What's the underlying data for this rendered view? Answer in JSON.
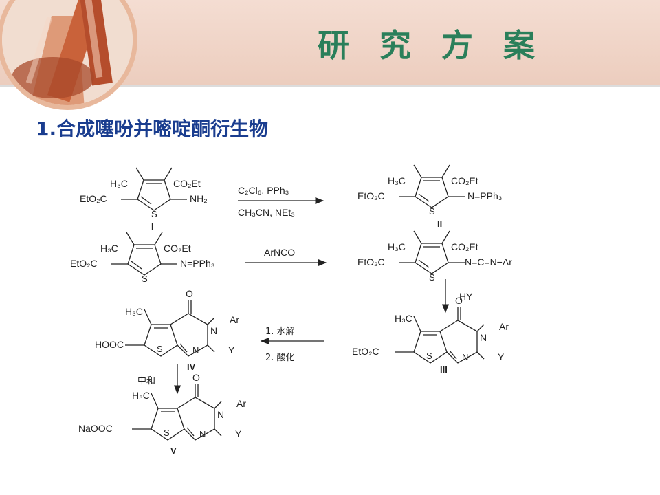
{
  "header": {
    "title": "研 究 方 案"
  },
  "section": {
    "heading": "1.合成噻吩并嘧啶酮衍生物"
  },
  "scheme": {
    "compounds": {
      "I": {
        "numeral": "I",
        "h3c": "H₃C",
        "co2et": "CO₂Et",
        "eto2c": "EtO₂C",
        "s": "S",
        "substituent": "NH₂"
      },
      "II": {
        "numeral": "II",
        "h3c": "H₃C",
        "co2et": "CO₂Et",
        "eto2c": "EtO₂C",
        "s": "S",
        "substituent": "N=PPh₃"
      },
      "II_repeat": {
        "h3c": "H₃C",
        "co2et": "CO₂Et",
        "eto2c": "EtO₂C",
        "s": "S",
        "substituent": "N=PPh₃"
      },
      "carbodiimide": {
        "h3c": "H₃C",
        "co2et": "CO₂Et",
        "eto2c": "EtO₂C",
        "s": "S",
        "substituent": "N=C=N−Ar"
      },
      "III": {
        "numeral": "III",
        "h3c": "H₃C",
        "o": "O",
        "n3": "N",
        "ar": "Ar",
        "y": "Y",
        "s": "S",
        "n1": "N",
        "acid": "EtO₂C"
      },
      "IV": {
        "numeral": "IV",
        "h3c": "H₃C",
        "o": "O",
        "n3": "N",
        "ar": "Ar",
        "y": "Y",
        "s": "S",
        "n1": "N",
        "acid": "HOOC"
      },
      "V": {
        "numeral": "V",
        "h3c": "H₃C",
        "o": "O",
        "n3": "N",
        "ar": "Ar",
        "y": "Y",
        "s": "S",
        "n1": "N",
        "acid": "NaOOC"
      }
    },
    "arrows": {
      "step1_top": "C₂Cl₆, PPh₃",
      "step1_bottom": "CH₃CN, NEt₃",
      "step2": "ArNCO",
      "step3": "HY",
      "step4_top": "1. 水解",
      "step4_bottom": "2.   酸化",
      "step5": "中和"
    }
  }
}
